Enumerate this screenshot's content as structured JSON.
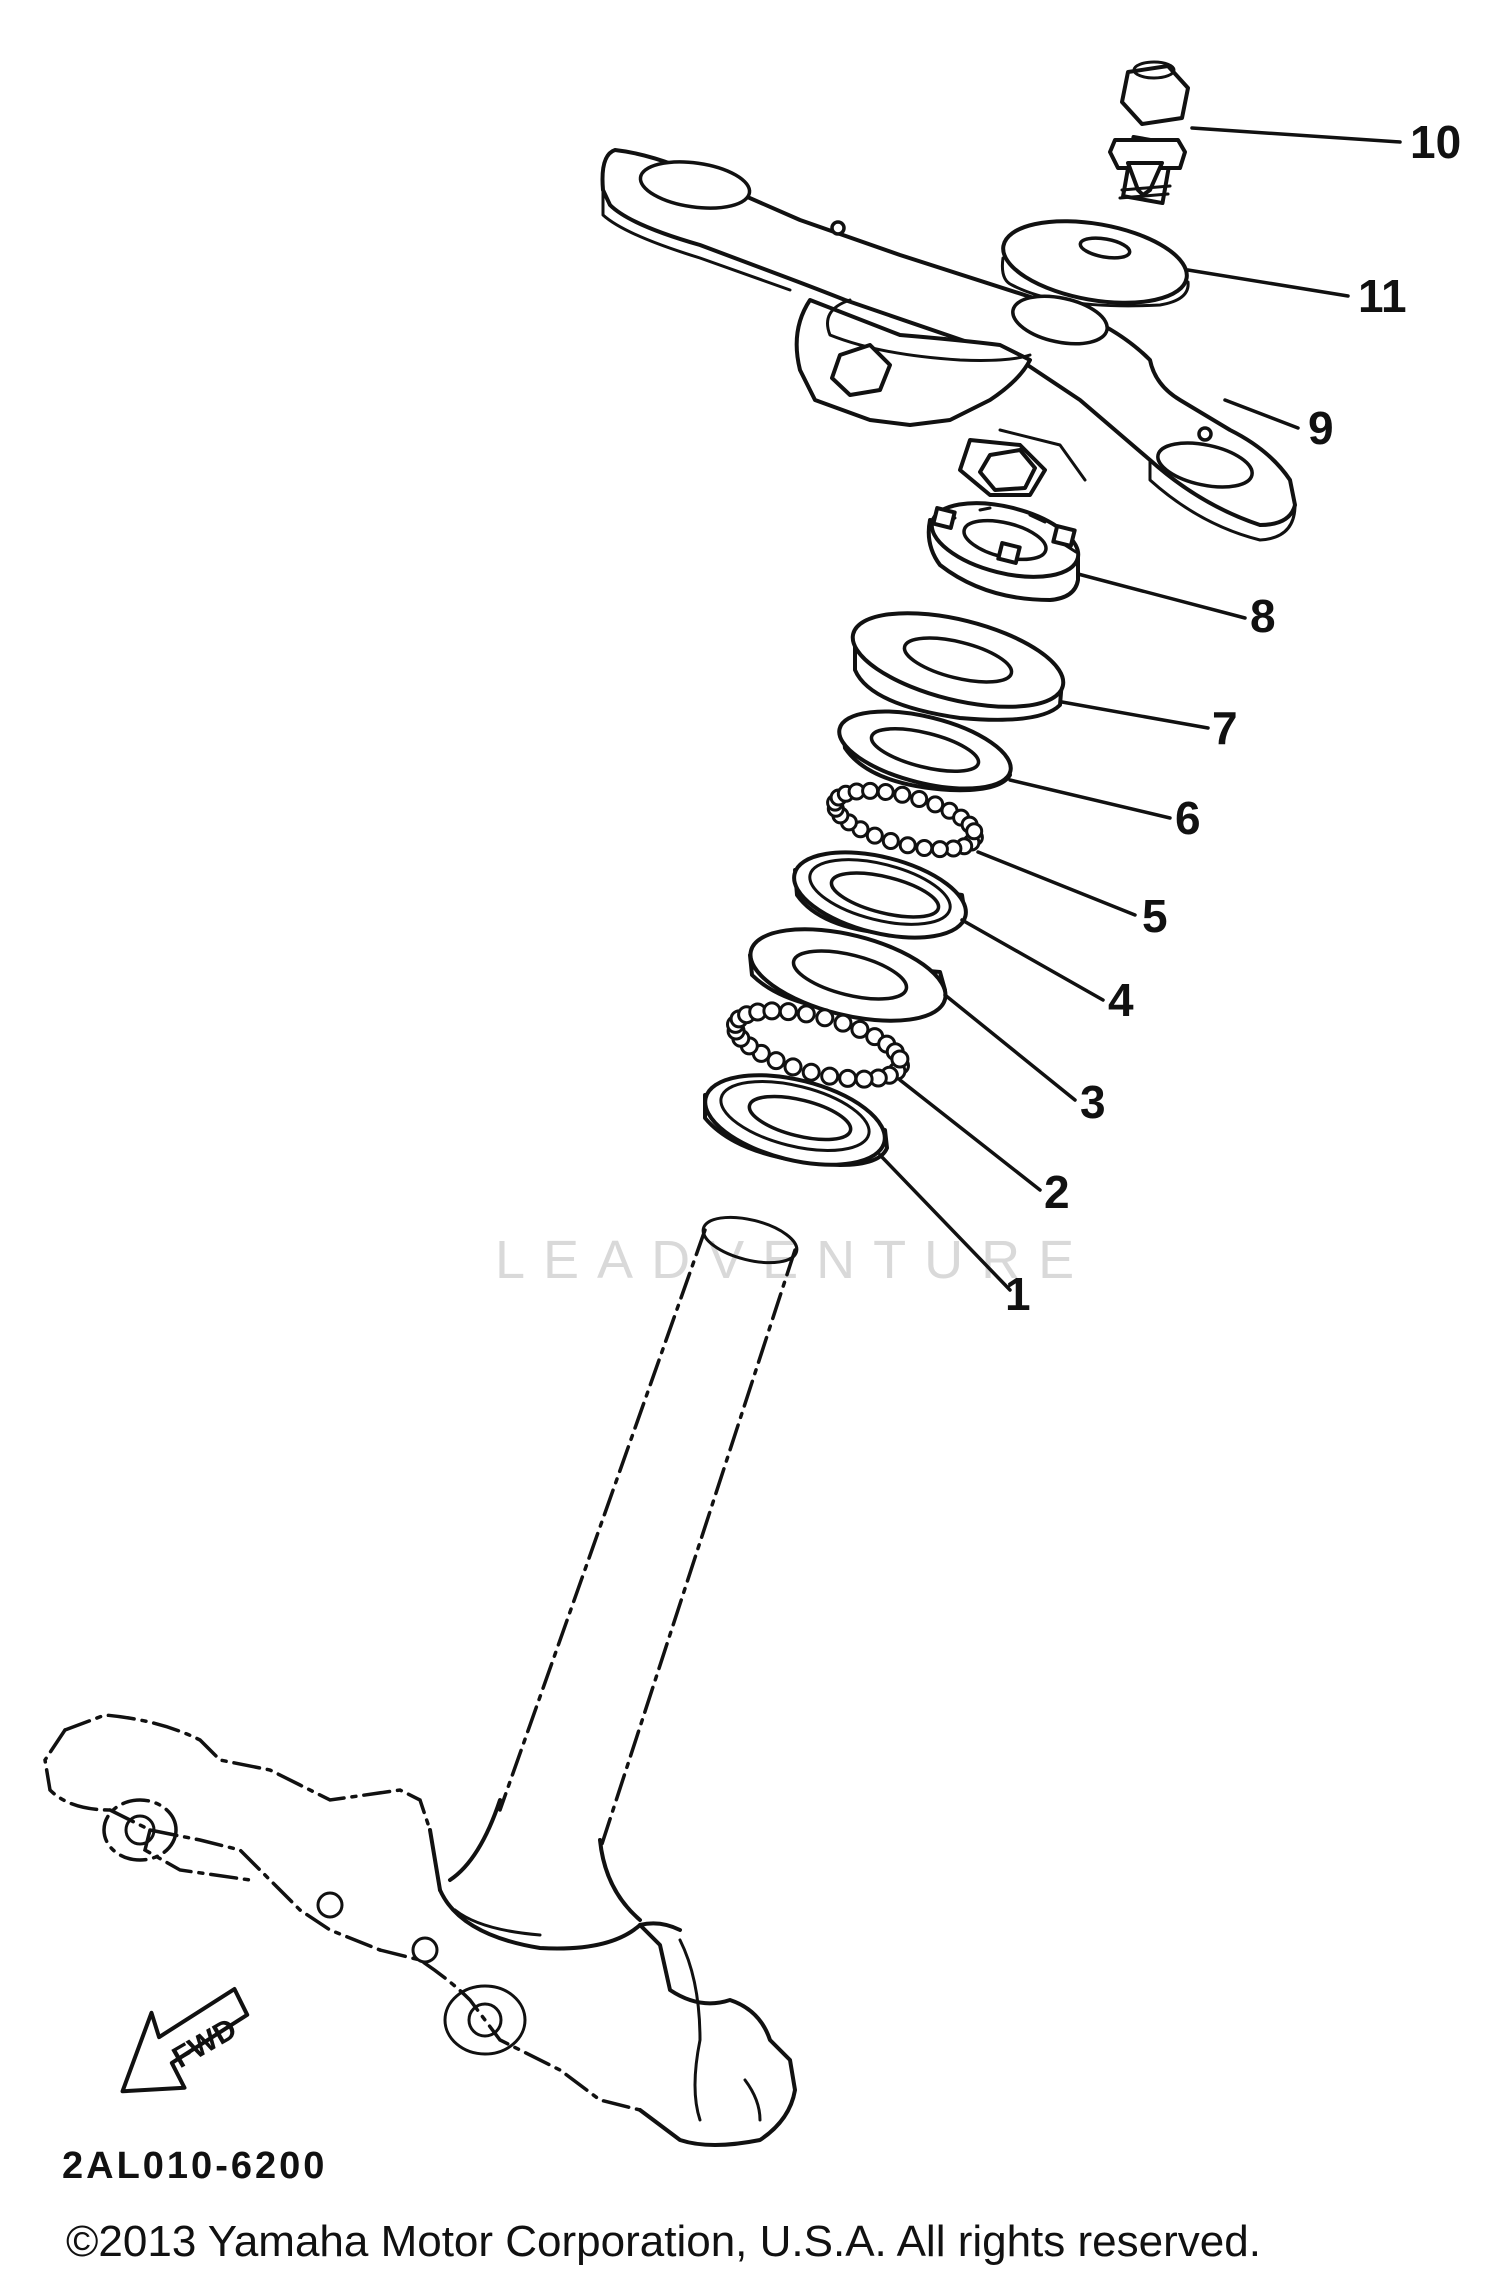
{
  "callouts": [
    {
      "id": "1",
      "label": "1"
    },
    {
      "id": "2",
      "label": "2"
    },
    {
      "id": "3",
      "label": "3"
    },
    {
      "id": "4",
      "label": "4"
    },
    {
      "id": "5",
      "label": "5"
    },
    {
      "id": "6",
      "label": "6"
    },
    {
      "id": "7",
      "label": "7"
    },
    {
      "id": "8",
      "label": "8"
    },
    {
      "id": "9",
      "label": "9"
    },
    {
      "id": "10",
      "label": "10"
    },
    {
      "id": "11",
      "label": "11"
    }
  ],
  "watermark": "LEADVENTURE",
  "diagram_code": "2AL010-6200",
  "direction_label": "FWD",
  "copyright": "©2013 Yamaha Motor Corporation, U.S.A. All rights reserved."
}
